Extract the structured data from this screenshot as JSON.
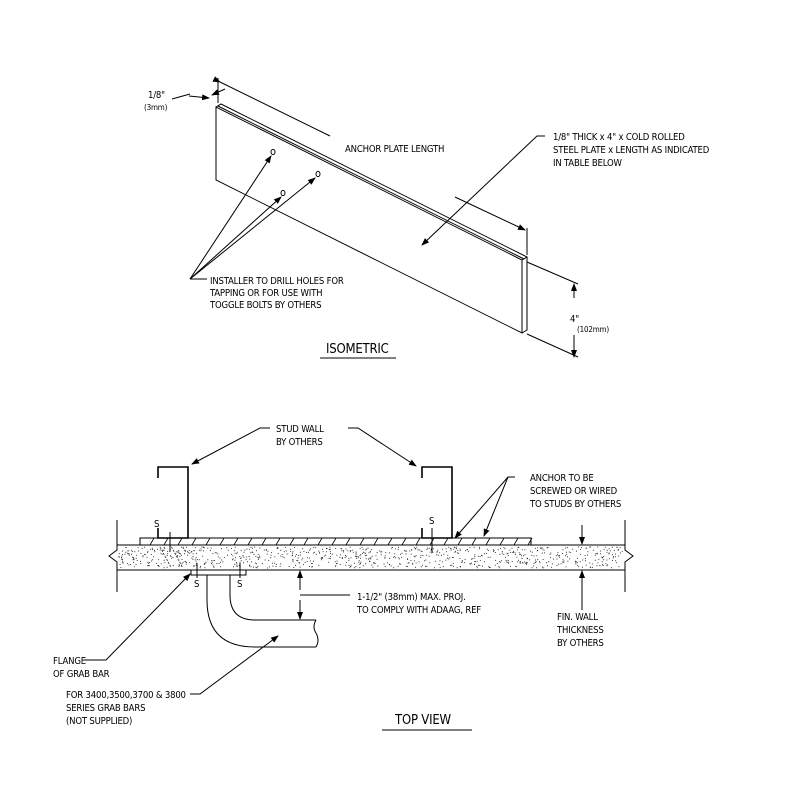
{
  "isometric": {
    "title": "ISOMETRIC",
    "thickness_dim": "1/8\"",
    "thickness_dim_metric": "(3mm)",
    "length_dim": "ANCHOR PLATE LENGTH",
    "height_dim": "4\"",
    "height_dim_metric": "(102mm)",
    "plate_note": [
      "1/8\" THICK x 4\" x COLD ROLLED",
      "STEEL PLATE x LENGTH AS INDICATED",
      "IN TABLE BELOW"
    ],
    "holes_note": [
      "INSTALLER TO DRILL HOLES FOR",
      "TAPPING OR FOR USE WITH",
      "TOGGLE BOLTS BY OTHERS"
    ]
  },
  "top_view": {
    "title": "TOP VIEW",
    "stud_note": [
      "STUD WALL",
      "BY OTHERS"
    ],
    "anchor_note": [
      "ANCHOR TO BE",
      "SCREWED OR WIRED",
      "TO STUDS BY OTHERS"
    ],
    "projection_note": [
      "1-1/2\" (38mm) MAX. PROJ.",
      "TO COMPLY WITH ADAAG, REF"
    ],
    "wall_note": [
      "FIN. WALL",
      "THICKNESS",
      "BY OTHERS"
    ],
    "flange_note": [
      "FLANGE",
      "OF GRAB BAR"
    ],
    "series_note": [
      "FOR 3400,3500,3700 & 3800",
      "SERIES GRAB BARS",
      "(NOT SUPPLIED)"
    ],
    "screw_label": "S"
  }
}
